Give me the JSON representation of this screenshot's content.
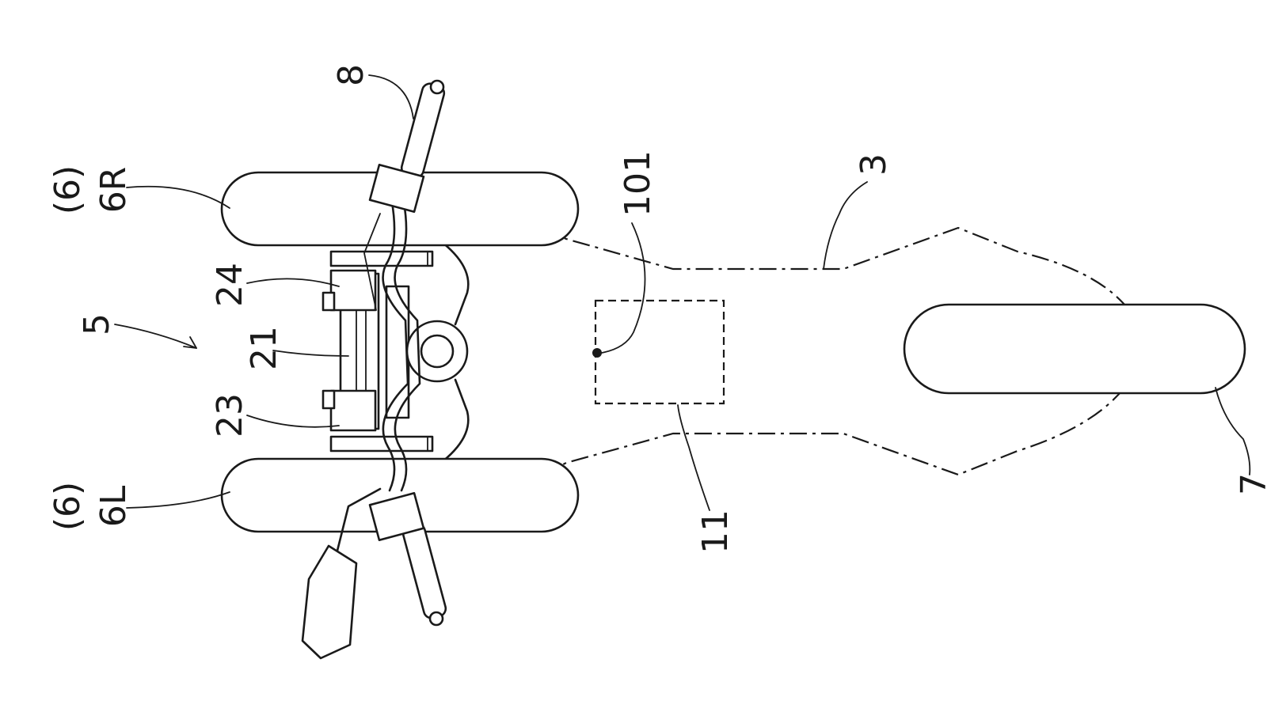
{
  "labels": {
    "6_paren_right": "(6)",
    "6R": "6R",
    "6_paren_left": "(6)",
    "6L": "6L",
    "8": "8",
    "24": "24",
    "5": "5",
    "21": "21",
    "23": "23",
    "101": "101",
    "3": "3",
    "11": "11",
    "7": "7"
  },
  "colors": {
    "line": "#1a1a1a",
    "background": "#ffffff"
  }
}
